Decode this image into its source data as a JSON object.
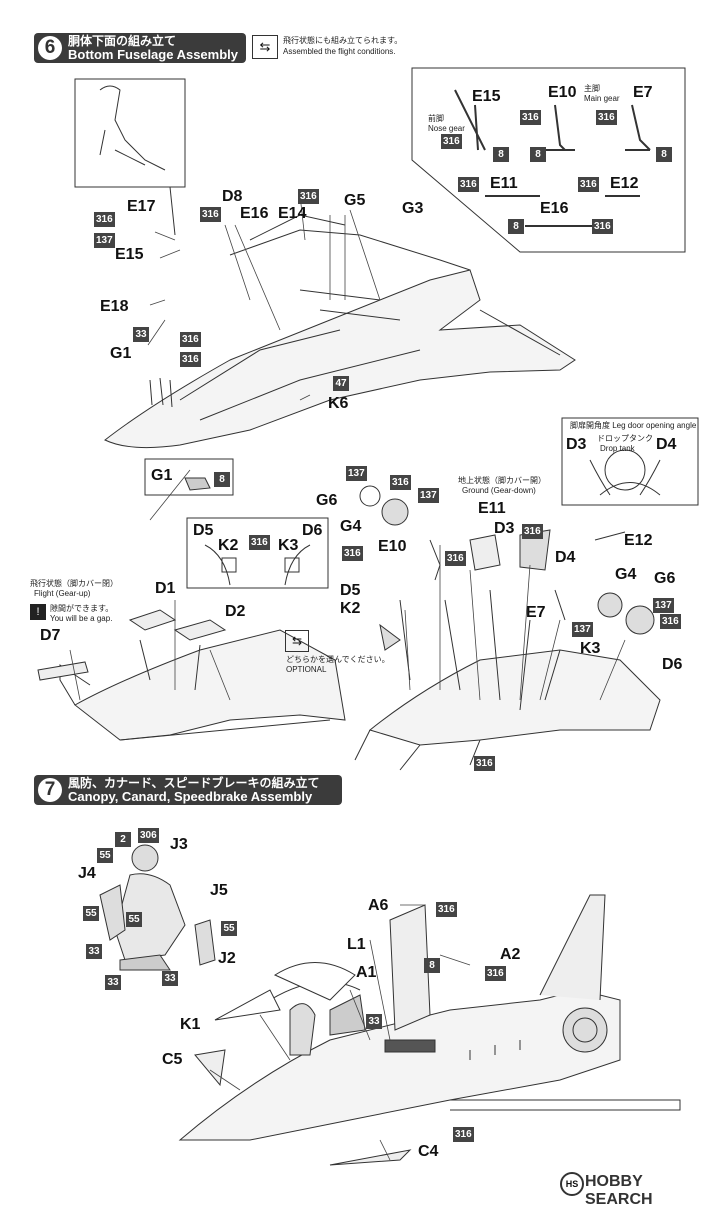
{
  "step6": {
    "number": "6",
    "title_jp": "胴体下面の組み立て",
    "title_en": "Bottom Fuselage Assembly",
    "note_jp": "飛行状態にも組み立てられます。",
    "note_en": "Assembled the flight conditions."
  },
  "step7": {
    "number": "7",
    "title_jp": "風防、カナード、スピードブレーキの組み立て",
    "title_en": "Canopy, Canard, Speedbrake Assembly"
  },
  "gear_box": {
    "nose_gear_jp": "前脚",
    "nose_gear_en": "Nose gear",
    "main_gear_jp": "主脚",
    "main_gear_en": "Main gear"
  },
  "leg_door": {
    "title": "脚扉開角度 Leg door opening angle",
    "drop_jp": "ドロップタンク",
    "drop_en": "Drop tank"
  },
  "ground_state": {
    "jp": "地上状態（脚カバー開）",
    "en": "Ground (Gear-down)"
  },
  "flight_state": {
    "jp": "飛行状態（脚カバー閉）",
    "en": "Flight (Gear-up)",
    "gap_jp": "隙間ができます。",
    "gap_en": "You will be a gap."
  },
  "optional": {
    "jp": "どちらかを選んでください。",
    "en": "OPTIONAL"
  },
  "parts": {
    "E17": "E17",
    "E15": "E15",
    "E18": "E18",
    "G1": "G1",
    "D8": "D8",
    "E16": "E16",
    "E14": "E14",
    "G5": "G5",
    "G3": "G3",
    "K6": "K6",
    "E10": "E10",
    "E7": "E7",
    "E11": "E11",
    "E12": "E12",
    "D3": "D3",
    "D4": "D4",
    "G6": "G6",
    "G4": "G4",
    "D5": "D5",
    "K2": "K2",
    "K3": "K3",
    "D6": "D6",
    "D1": "D1",
    "D2": "D2",
    "D7": "D7",
    "J3": "J3",
    "J4": "J4",
    "J5": "J5",
    "J2": "J2",
    "A6": "A6",
    "A2": "A2",
    "L1": "L1",
    "A1": "A1",
    "K1": "K1",
    "C5": "C5",
    "C4": "C4"
  },
  "codes": {
    "c316": "316",
    "c137": "137",
    "c8": "8",
    "c33": "33",
    "c47": "47",
    "c2": "2",
    "c306": "306",
    "c55": "55"
  },
  "watermark": "HOBBY SEARCH"
}
